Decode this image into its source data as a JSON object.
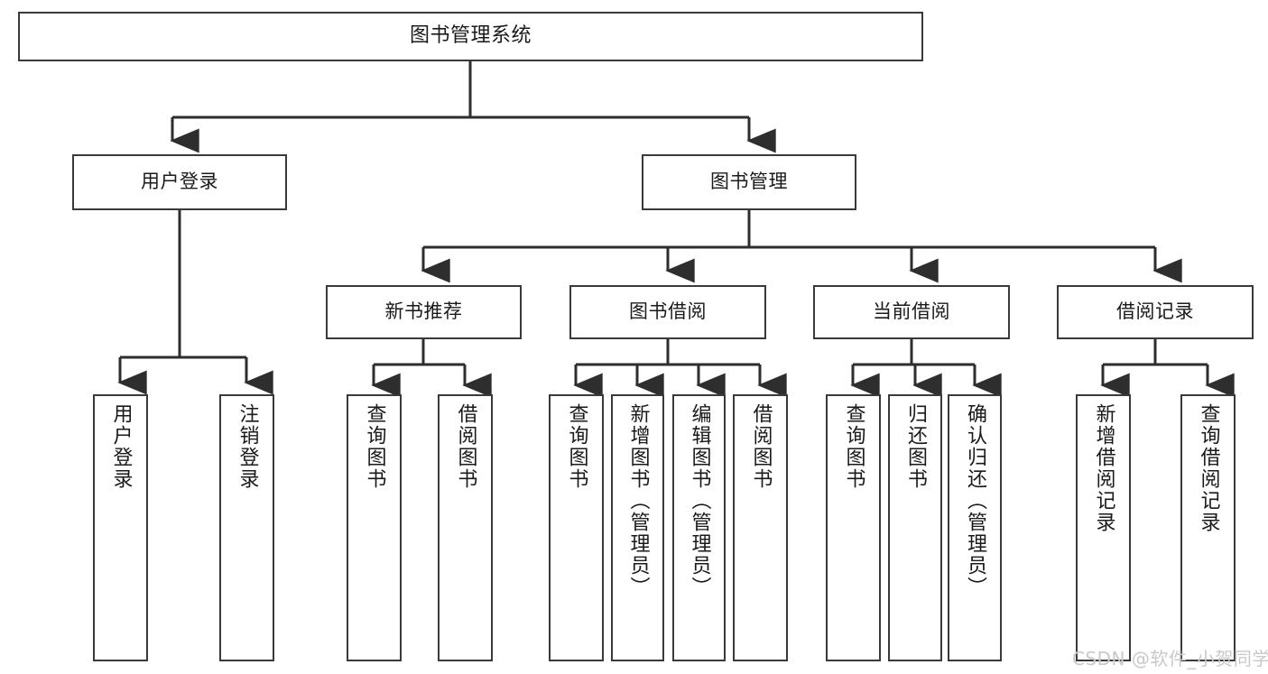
{
  "diagram": {
    "title": "图书管理系统",
    "type": "hierarchy-tree",
    "colors": {
      "box_border": "#3a3a3a",
      "box_fill": "#ffffff",
      "edge": "#2e2e2e",
      "text": "#1a1a1a",
      "watermark": "#c9c9c9",
      "background": "#ffffff"
    },
    "nodes": {
      "root": {
        "label": "图书管理系统"
      },
      "level2": [
        {
          "label": "用户登录"
        },
        {
          "label": "图书管理"
        }
      ],
      "level3": [
        {
          "label": "新书推荐"
        },
        {
          "label": "图书借阅"
        },
        {
          "label": "当前借阅"
        },
        {
          "label": "借阅记录"
        }
      ],
      "leaves": {
        "user_login": [
          {
            "label": "用户登录"
          },
          {
            "label": "注销登录"
          }
        ],
        "new_book": [
          {
            "label": "查询图书"
          },
          {
            "label": "借阅图书"
          }
        ],
        "book_borrow": [
          {
            "label": "查询图书"
          },
          {
            "label": "新增图书（管理员）"
          },
          {
            "label": "编辑图书（管理员）"
          },
          {
            "label": "借阅图书"
          }
        ],
        "current_borrow": [
          {
            "label": "查询图书"
          },
          {
            "label": "归还图书"
          },
          {
            "label": "确认归还（管理员）"
          }
        ],
        "borrow_record": [
          {
            "label": "新增借阅记录"
          },
          {
            "label": "查询借阅记录"
          }
        ]
      }
    },
    "watermark": "CSDN @软件_小贺同学"
  }
}
